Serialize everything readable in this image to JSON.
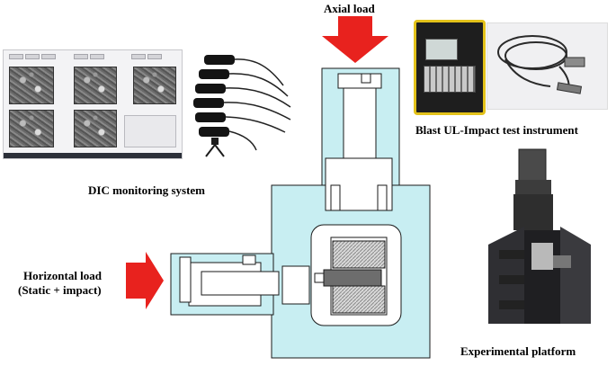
{
  "labels": {
    "axial_load": "Axial load",
    "dic_system": "DIC monitoring system",
    "blast_instrument": "Blast UL-Impact test instrument",
    "horizontal_load_line1": "Horizontal load",
    "horizontal_load_line2": "(Static + impact)",
    "experimental_platform": "Experimental platform"
  },
  "colors": {
    "arrow": "#e8221e",
    "device_fill": "#c8eef2",
    "device_stroke": "#1a1a1a",
    "instrument_frame": "#e3c21a"
  },
  "icons": {
    "axial_arrow": "down-arrow-icon",
    "horizontal_arrow": "right-arrow-icon"
  }
}
